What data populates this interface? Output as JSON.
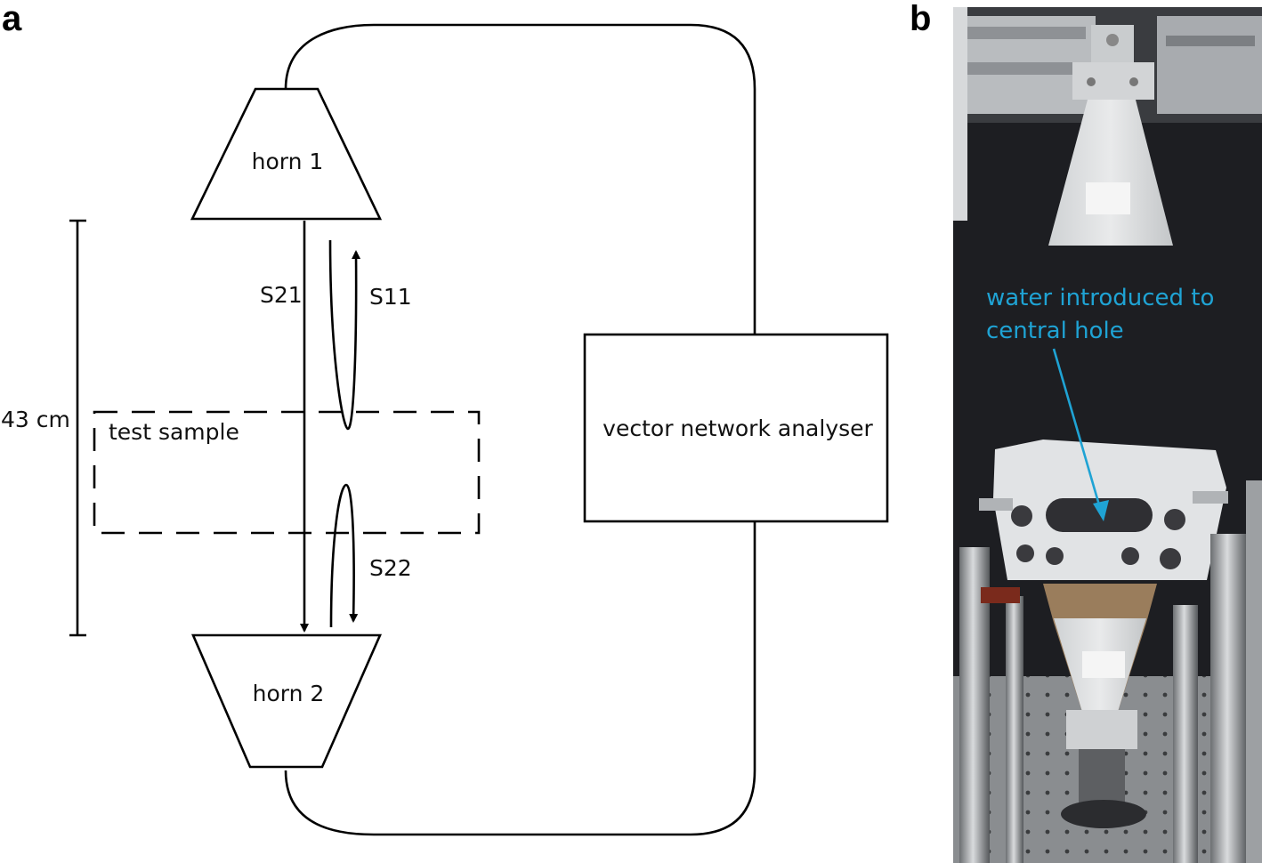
{
  "panels": {
    "a": "a",
    "b": "b"
  },
  "diagram": {
    "horn1": "horn 1",
    "horn2": "horn 2",
    "s21": "S21",
    "s11": "S11",
    "s22": "S22",
    "distance": "43 cm",
    "test_sample": "test sample",
    "analyser": "vector network analyser"
  },
  "photo": {
    "annotation_line1": "water introduced to",
    "annotation_line2": "central hole"
  },
  "colors": {
    "annotation": "#1fa3d4",
    "line": "#000000"
  }
}
